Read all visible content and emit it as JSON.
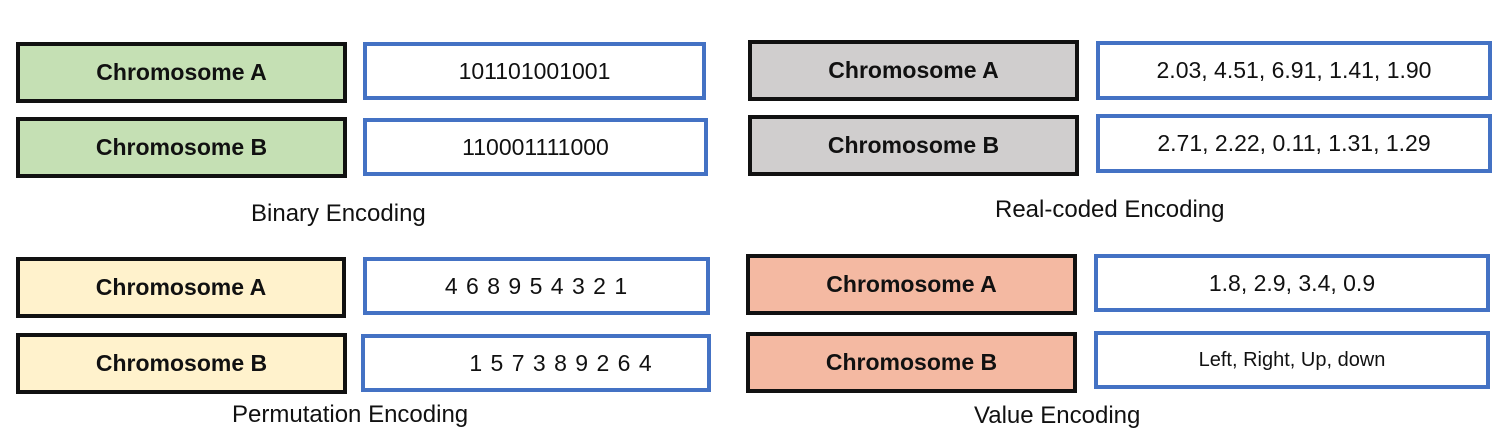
{
  "colors": {
    "binary_fill": "#c5e0b4",
    "real_fill": "#d0cece",
    "permutation_fill": "#fff2cc",
    "value_fill": "#f4b9a2",
    "value_border": "#4472c4",
    "label_border": "#111111"
  },
  "binary": {
    "chrom_a_label": "Chromosome A",
    "chrom_a_value": "101101001001",
    "chrom_b_label": "Chromosome B",
    "chrom_b_value": "110001111000",
    "caption": "Binary Encoding"
  },
  "real": {
    "chrom_a_label": "Chromosome A",
    "chrom_a_value": "2.03, 4.51, 6.91, 1.41, 1.90",
    "chrom_b_label": "Chromosome B",
    "chrom_b_value": "2.71, 2.22, 0.11, 1.31, 1.29",
    "caption": "Real-coded Encoding"
  },
  "permutation": {
    "chrom_a_label": "Chromosome A",
    "chrom_a_value": "4 6 8 9 5 4 3 2 1",
    "chrom_b_label": "Chromosome B",
    "chrom_b_value": "1 5 7 3 8 9 2 6 4",
    "caption": "Permutation Encoding"
  },
  "value": {
    "chrom_a_label": "Chromosome A",
    "chrom_a_value": "1.8, 2.9, 3.4, 0.9",
    "chrom_b_label": "Chromosome B",
    "chrom_b_value": "Left, Right, Up, down",
    "caption": "Value Encoding"
  }
}
